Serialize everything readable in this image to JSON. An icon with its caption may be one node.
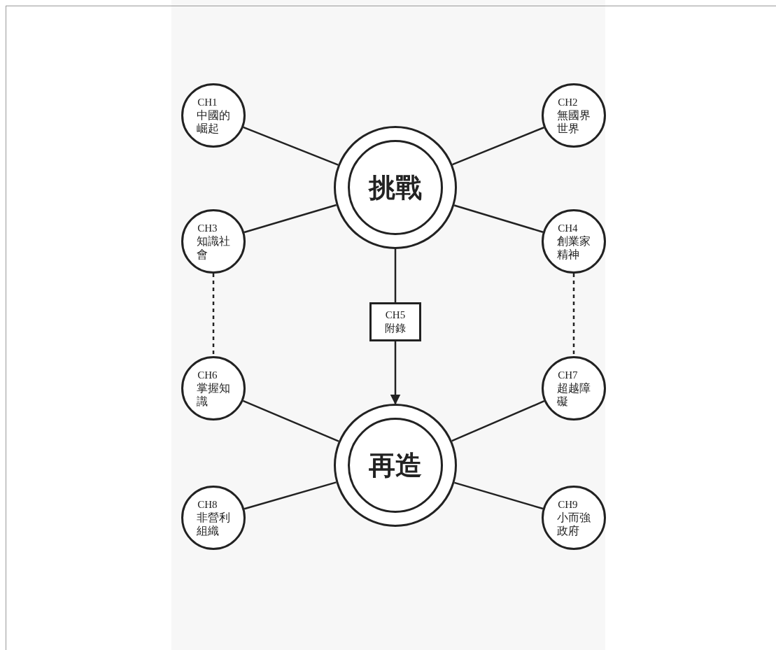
{
  "diagram": {
    "nodes": [
      {
        "text": [
          "CH1",
          "中國的崛起"
        ]
      },
      {
        "text": [
          "CH2",
          "無國界世界"
        ]
      },
      {
        "text": [
          "挑戰"
        ]
      },
      {
        "text": [
          "CH3",
          "知識社會"
        ]
      },
      {
        "text": [
          "CH4",
          "創業家精神"
        ]
      },
      {
        "text": [
          "CH5",
          "附錄"
        ]
      },
      {
        "text": [
          "CH6",
          "掌握知識"
        ]
      },
      {
        "text": [
          "CH7",
          "超越障礙"
        ]
      },
      {
        "text": [
          "再造"
        ]
      },
      {
        "text": [
          "CH8",
          "非營利組織"
        ]
      },
      {
        "text": [
          "CH9",
          "小而強政府"
        ]
      }
    ],
    "edges": [
      {
        "from": 0,
        "to": 2,
        "arrow": "none"
      },
      {
        "from": 1,
        "to": 2,
        "arrow": "none"
      },
      {
        "from": 3,
        "to": 2,
        "arrow": "none"
      },
      {
        "from": 4,
        "to": 2,
        "arrow": "none"
      },
      {
        "from": 2,
        "to": 5,
        "arrow": "none"
      },
      {
        "from": 5,
        "to": 8,
        "arrow": "to"
      },
      {
        "from": 3,
        "to": 6,
        "arrow": "none",
        "style": "dashed"
      },
      {
        "from": 4,
        "to": 7,
        "arrow": "none",
        "style": "dashed"
      },
      {
        "from": 6,
        "to": 8,
        "arrow": "none"
      },
      {
        "from": 7,
        "to": 8,
        "arrow": "none"
      },
      {
        "from": 9,
        "to": 8,
        "arrow": "none"
      },
      {
        "from": 10,
        "to": 8,
        "arrow": "none"
      }
    ]
  }
}
